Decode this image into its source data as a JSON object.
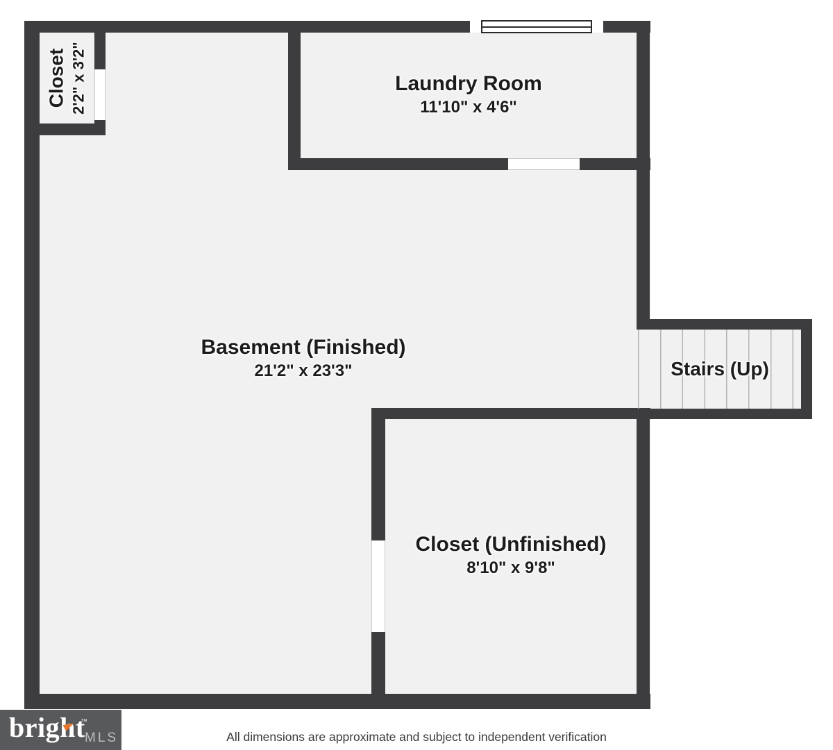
{
  "rooms": {
    "closet_tl": {
      "name": "Closet",
      "dims": "2'2\" x 3'2\""
    },
    "laundry": {
      "name": "Laundry Room",
      "dims": "11'10\" x 4'6\""
    },
    "basement": {
      "name": "Basement (Finished)",
      "dims": "21'2\" x 23'3\""
    },
    "stairs": {
      "name": "Stairs (Up)"
    },
    "closet_br": {
      "name": "Closet (Unfinished)",
      "dims": "8'10\" x 9'8\""
    }
  },
  "footer": {
    "logo": {
      "brand": "bright",
      "tm": "™",
      "suffix": "MLS"
    },
    "disclaimer": "All dimensions are approximate and subject to independent verification"
  },
  "colors": {
    "wall": "#3d3d3f",
    "floor": "#f1f1f2",
    "background": "#ffffff",
    "tread_line": "#b5b5b7",
    "label_text": "#1c1c1c",
    "logo_background": "#58595b",
    "logo_brand_text": "#ffffff",
    "logo_suffix_text": "#bcbdbf",
    "logo_arrow": "#e8732a",
    "disclaimer_text": "#3b3b3b"
  }
}
